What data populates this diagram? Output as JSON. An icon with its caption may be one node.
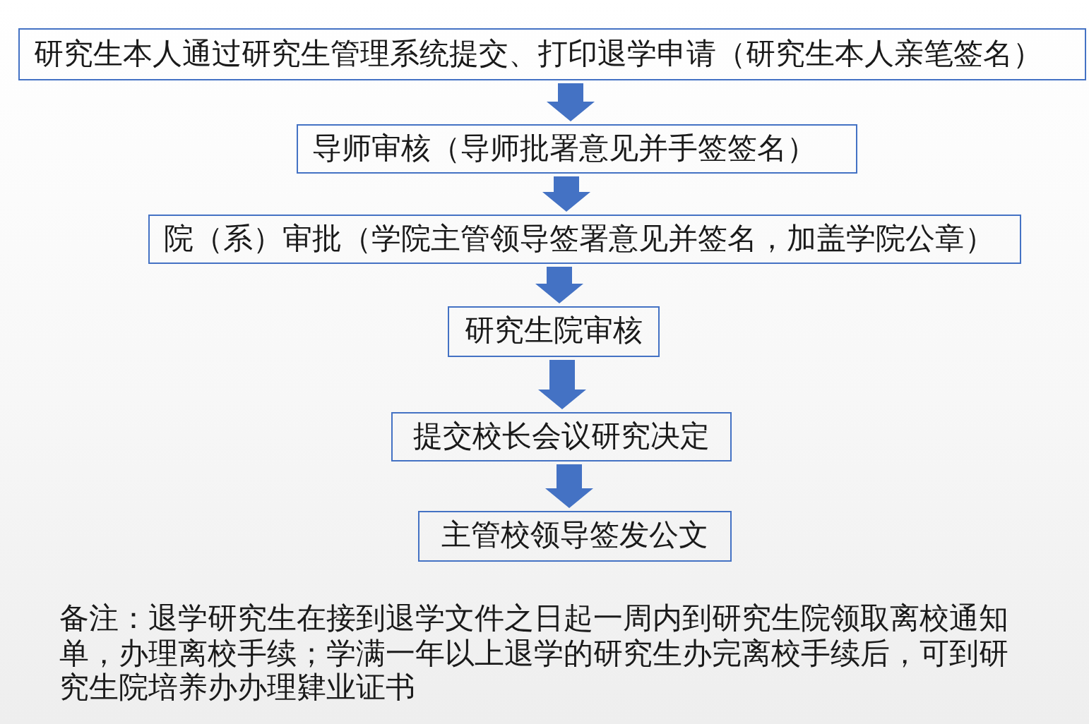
{
  "diagram": {
    "nodes": [
      {
        "text": [
          "研究生本人通过研究生管理系统提交、打印退学申请（研究生本人亲笔签名）"
        ]
      },
      {
        "text": [
          "导师审核（导师批署意见并手签签名）"
        ]
      },
      {
        "text": [
          "院（系）审批（学院主管领导签署意见并签名，加盖学院公章）"
        ]
      },
      {
        "text": [
          "研究生院审核"
        ]
      },
      {
        "text": [
          "提交校长会议研究决定"
        ]
      },
      {
        "text": [
          "主管校领导签发公文"
        ]
      }
    ],
    "edges": [
      {
        "from": 0,
        "to": 1,
        "arrow": "to"
      },
      {
        "from": 1,
        "to": 2,
        "arrow": "to"
      },
      {
        "from": 2,
        "to": 3,
        "arrow": "to"
      },
      {
        "from": 3,
        "to": 4,
        "arrow": "to"
      },
      {
        "from": 4,
        "to": 5,
        "arrow": "to"
      }
    ],
    "labels": [
      "备注：退学研究生在接到退学文件之日起一周内到研究生院领取离校通知单，办理离校手续；学满一年以上退学的研究生办完离校手续后，可到研究生院培养办办理肄业证书"
    ]
  }
}
